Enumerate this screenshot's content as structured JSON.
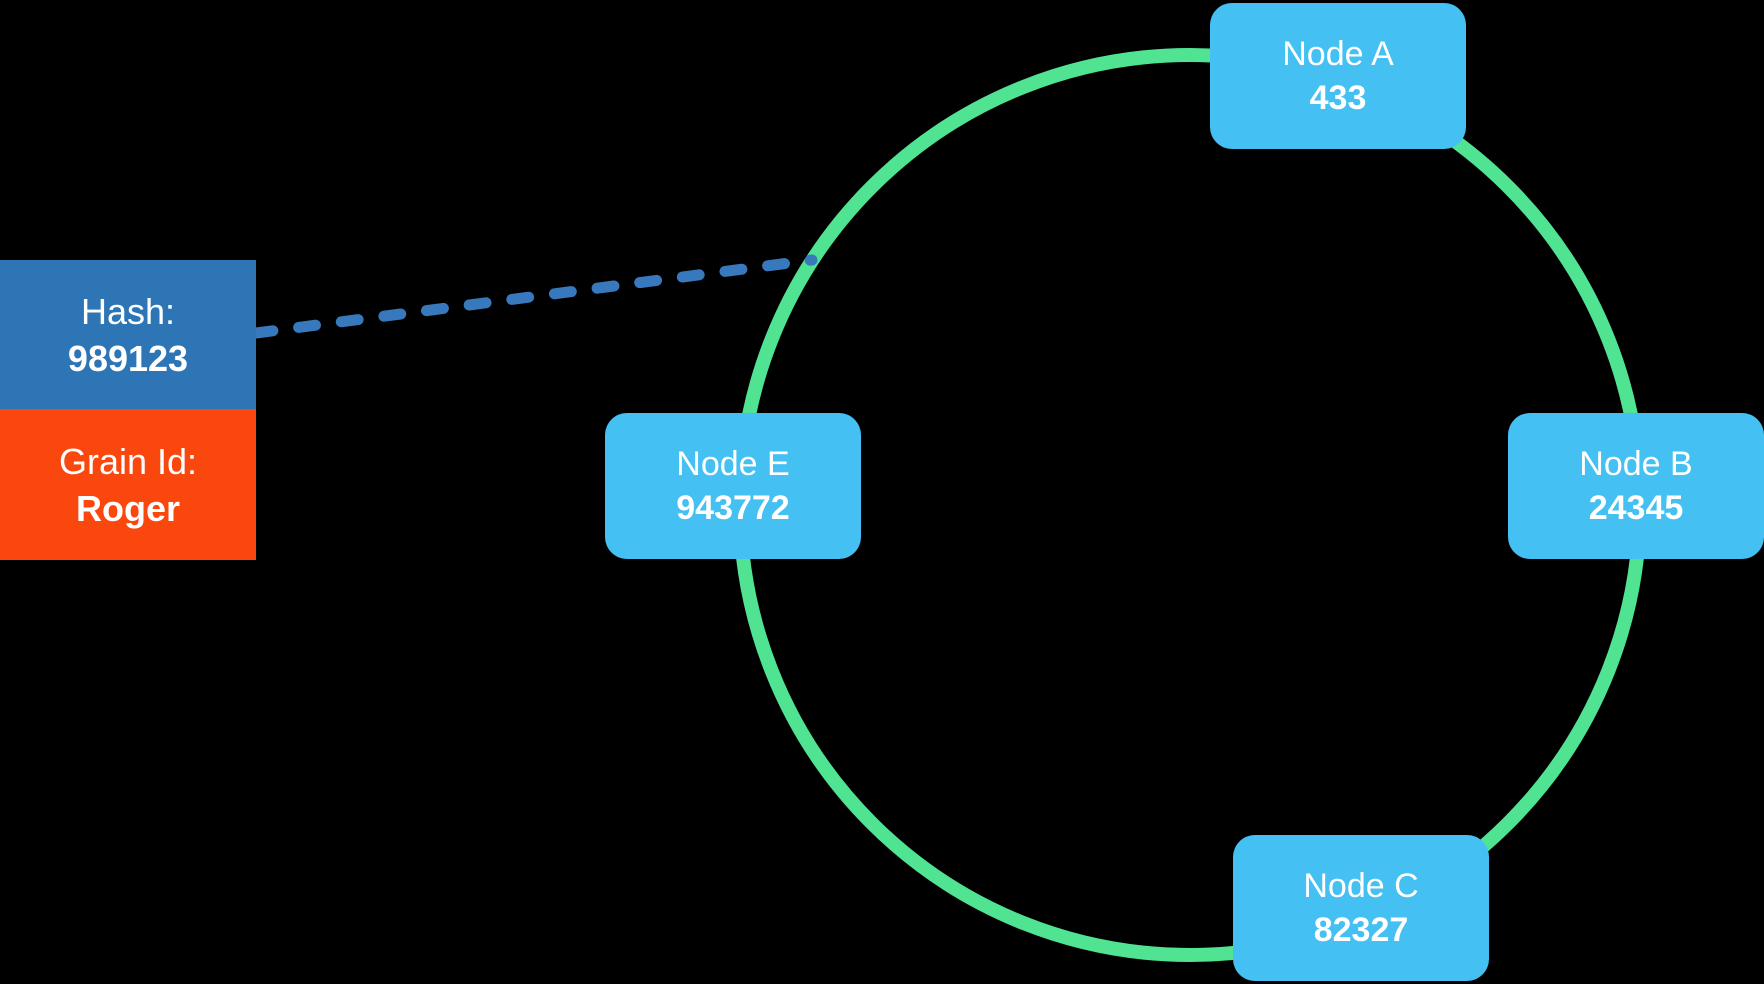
{
  "diagram_title": "hash-ring-diagram",
  "colors": {
    "background": "#000000",
    "ring_green": "#50E392",
    "node_blue": "#45C0F2",
    "hash_blue": "#2E75B6",
    "grain_orange": "#F9470D",
    "dash_line_blue": "#3879BD",
    "text_white": "#FFFFFF"
  },
  "hash_box": {
    "label": "Hash:",
    "value": "989123"
  },
  "grain_box": {
    "label": "Grain Id:",
    "value": "Roger"
  },
  "nodes": [
    {
      "id": "node-a",
      "label": "Node A",
      "value": "433"
    },
    {
      "id": "node-b",
      "label": "Node B",
      "value": "24345"
    },
    {
      "id": "node-c",
      "label": "Node C",
      "value": "82327"
    },
    {
      "id": "node-e",
      "label": "Node E",
      "value": "943772"
    }
  ]
}
